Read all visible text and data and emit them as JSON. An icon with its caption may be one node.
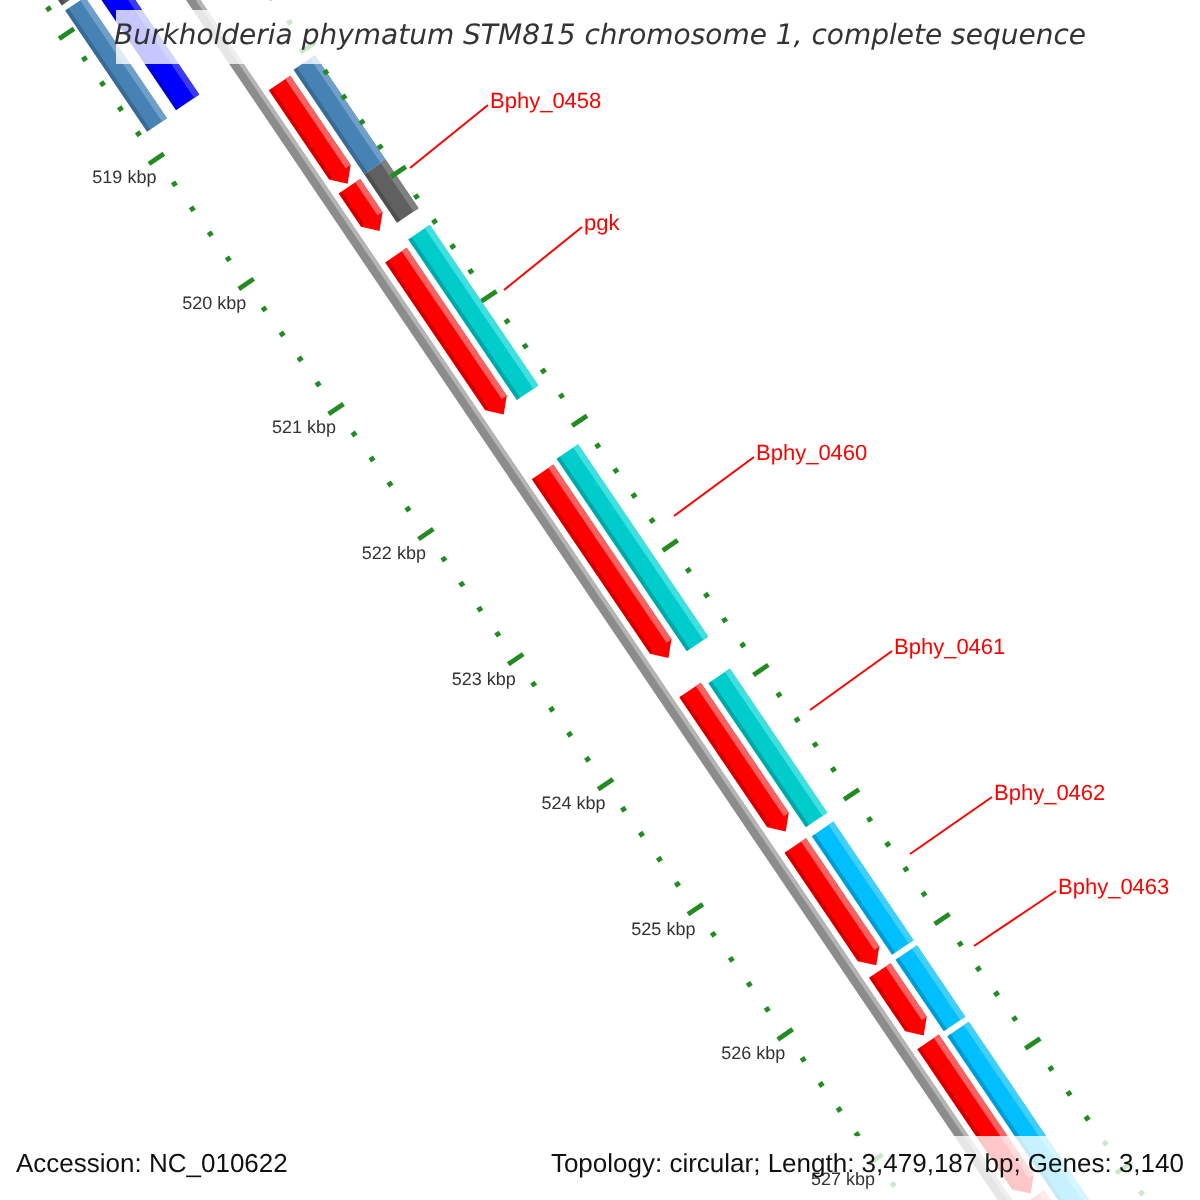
{
  "diagram": {
    "title": "Burkholderia phymatum STM815 chromosome 1, complete sequence",
    "nodes": [
      {
        "text": [
          "Bphy_0458"
        ]
      },
      {
        "text": [
          "pgk"
        ]
      },
      {
        "text": [
          "Bphy_0460"
        ]
      },
      {
        "text": [
          "Bphy_0461"
        ]
      },
      {
        "text": [
          "Bphy_0462"
        ]
      },
      {
        "text": [
          "Bphy_0463"
        ]
      }
    ],
    "edges": [
      {
        "from": 0,
        "to": null,
        "arrow": "none"
      },
      {
        "from": 1,
        "to": null,
        "arrow": "none"
      },
      {
        "from": 2,
        "to": null,
        "arrow": "none"
      },
      {
        "from": 3,
        "to": null,
        "arrow": "none"
      },
      {
        "from": 4,
        "to": null,
        "arrow": "none"
      },
      {
        "from": 5,
        "to": null,
        "arrow": "none"
      }
    ],
    "labels": [
      "519 kbp",
      "520 kbp",
      "521 kbp",
      "522 kbp",
      "523 kbp",
      "524 kbp",
      "525 kbp",
      "526 kbp",
      "527 kbp",
      "Accession: NC_010622",
      "Topology: circular; Length: 3,479,187 bp; Genes: 3,140"
    ]
  }
}
